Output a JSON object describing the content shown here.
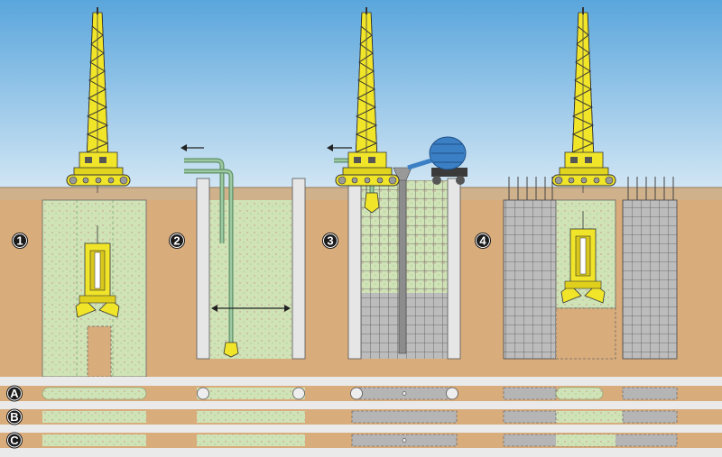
{
  "step_labels": [
    "1",
    "2",
    "3",
    "4"
  ],
  "section_labels": [
    "A",
    "B",
    "C"
  ],
  "colors": {
    "sky_top": "#5aa6dc",
    "sky_bottom": "#cfe4f3",
    "soil": "#d9ac7c",
    "slurry": "#cfe3b7",
    "crane": "#f1e52a",
    "tube": "#7fae86",
    "steel": "#9a9a9a",
    "concrete_mixer": "#3b7fc4",
    "badge": "#1a1a1a"
  },
  "icons": [
    "crane-icon",
    "grab-bucket-icon",
    "flow-arrow-icon",
    "concrete-mixer-icon",
    "reinforcement-cage-icon"
  ]
}
